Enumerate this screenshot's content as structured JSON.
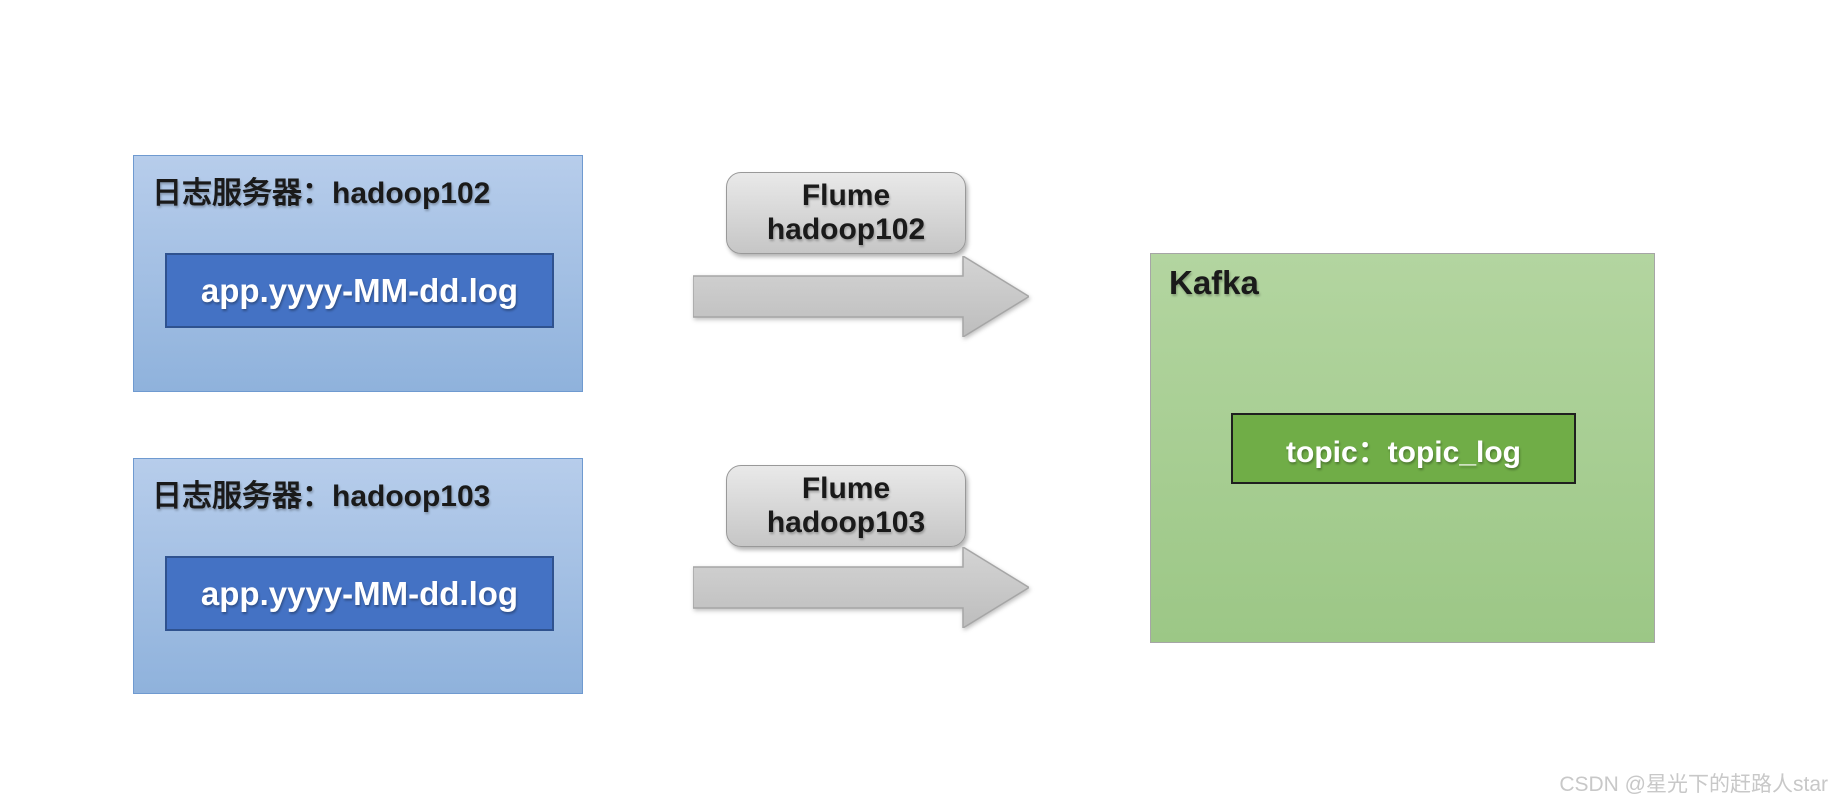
{
  "servers": [
    {
      "title": "日志服务器：hadoop102",
      "log_file": "app.yyyy-MM-dd.log"
    },
    {
      "title": "日志服务器：hadoop103",
      "log_file": "app.yyyy-MM-dd.log"
    }
  ],
  "flume_agents": [
    {
      "line1": "Flume",
      "line2": "hadoop102"
    },
    {
      "line1": "Flume",
      "line2": "hadoop103"
    }
  ],
  "kafka": {
    "title": "Kafka",
    "topic_label": "topic：topic_log"
  },
  "watermark": "CSDN @星光下的赶路人star",
  "colors": {
    "server-fill-top": "#b7cdeb",
    "server-fill-bottom": "#8fb2dc",
    "server-border": "#6f9ad0",
    "log-fill": "#4472c4",
    "log-border": "#2f528f",
    "flume-fill-top": "#e9e9e9",
    "flume-fill-bottom": "#c6c6c6",
    "flume-border": "#999999",
    "arrow-fill-top": "#d4d4d4",
    "arrow-fill-bottom": "#bdbdbd",
    "arrow-border": "#a6a6a6",
    "kafka-fill-top": "#b3d5a0",
    "kafka-fill-bottom": "#9cc786",
    "kafka-border": "#a6a6a6",
    "topic-fill": "#70ad47",
    "topic-border": "#1f1f1f",
    "text-dark": "#1a1a1a",
    "text-light": "#ffffff",
    "watermark": "#c8c8c8"
  }
}
